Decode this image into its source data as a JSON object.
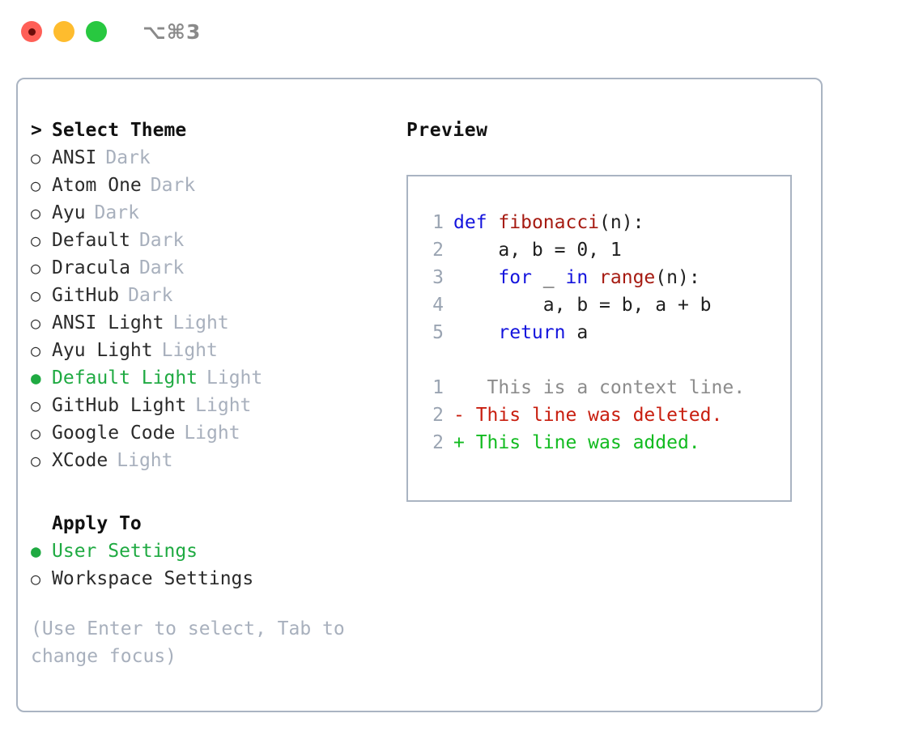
{
  "titlebar": {
    "shortcut": "⌥⌘3",
    "dots": [
      "close",
      "minimize",
      "maximize"
    ]
  },
  "theme_picker": {
    "caret": ">",
    "heading": "Select Theme",
    "bullet_unselected": "○",
    "bullet_selected": "●",
    "items": [
      {
        "name": "ANSI",
        "variant": "Dark",
        "selected": false
      },
      {
        "name": "Atom One",
        "variant": "Dark",
        "selected": false
      },
      {
        "name": "Ayu",
        "variant": "Dark",
        "selected": false
      },
      {
        "name": "Default",
        "variant": "Dark",
        "selected": false
      },
      {
        "name": "Dracula",
        "variant": "Dark",
        "selected": false
      },
      {
        "name": "GitHub",
        "variant": "Dark",
        "selected": false
      },
      {
        "name": "ANSI Light",
        "variant": "Light",
        "selected": false
      },
      {
        "name": "Ayu Light",
        "variant": "Light",
        "selected": false
      },
      {
        "name": "Default Light",
        "variant": "Light",
        "selected": true
      },
      {
        "name": "GitHub Light",
        "variant": "Light",
        "selected": false
      },
      {
        "name": "Google Code",
        "variant": "Light",
        "selected": false
      },
      {
        "name": "XCode",
        "variant": "Light",
        "selected": false
      }
    ]
  },
  "apply_to": {
    "heading": "Apply To",
    "items": [
      {
        "name": "User Settings",
        "selected": true
      },
      {
        "name": "Workspace Settings",
        "selected": false
      }
    ]
  },
  "hint": {
    "line1": "(Use Enter to select, Tab to",
    "line2": "change focus)"
  },
  "preview": {
    "title": "Preview",
    "code": [
      {
        "num": "1",
        "tokens": [
          {
            "t": "def",
            "c": "kw"
          },
          {
            "t": " ",
            "c": "pl"
          },
          {
            "t": "fibonacci",
            "c": "fn"
          },
          {
            "t": "(n):",
            "c": "pl"
          }
        ]
      },
      {
        "num": "2",
        "tokens": [
          {
            "t": "    a, b = 0, 1",
            "c": "pl"
          }
        ]
      },
      {
        "num": "3",
        "tokens": [
          {
            "t": "    ",
            "c": "pl"
          },
          {
            "t": "for",
            "c": "kw"
          },
          {
            "t": " _ ",
            "c": "pl"
          },
          {
            "t": "in",
            "c": "kw"
          },
          {
            "t": " ",
            "c": "pl"
          },
          {
            "t": "range",
            "c": "fn"
          },
          {
            "t": "(n):",
            "c": "pl"
          }
        ]
      },
      {
        "num": "4",
        "tokens": [
          {
            "t": "        a, b = b, a + b",
            "c": "pl"
          }
        ]
      },
      {
        "num": "5",
        "tokens": [
          {
            "t": "    ",
            "c": "pl"
          },
          {
            "t": "return",
            "c": "kw"
          },
          {
            "t": " a",
            "c": "pl"
          }
        ]
      }
    ],
    "diff": [
      {
        "num": "1",
        "marker": " ",
        "text": "  This is a context line.",
        "kind": "context"
      },
      {
        "num": "2",
        "marker": "-",
        "text": " This line was deleted.",
        "kind": "deleted"
      },
      {
        "num": "2",
        "marker": "+",
        "text": " This line was added.",
        "kind": "added"
      }
    ]
  },
  "colors": {
    "accent_green": "#1faa42",
    "muted": "#a8b0bd",
    "border": "#aab4c2",
    "keyword_blue": "#1414dd",
    "function_red": "#a61b12",
    "diff_deleted": "#c81e0f",
    "diff_added": "#12bb20",
    "diff_context": "#8c8c8c",
    "linenum": "#9aa4b2",
    "dot_red": "#ff5f57",
    "dot_amber": "#febc2e",
    "dot_green": "#28c840"
  }
}
